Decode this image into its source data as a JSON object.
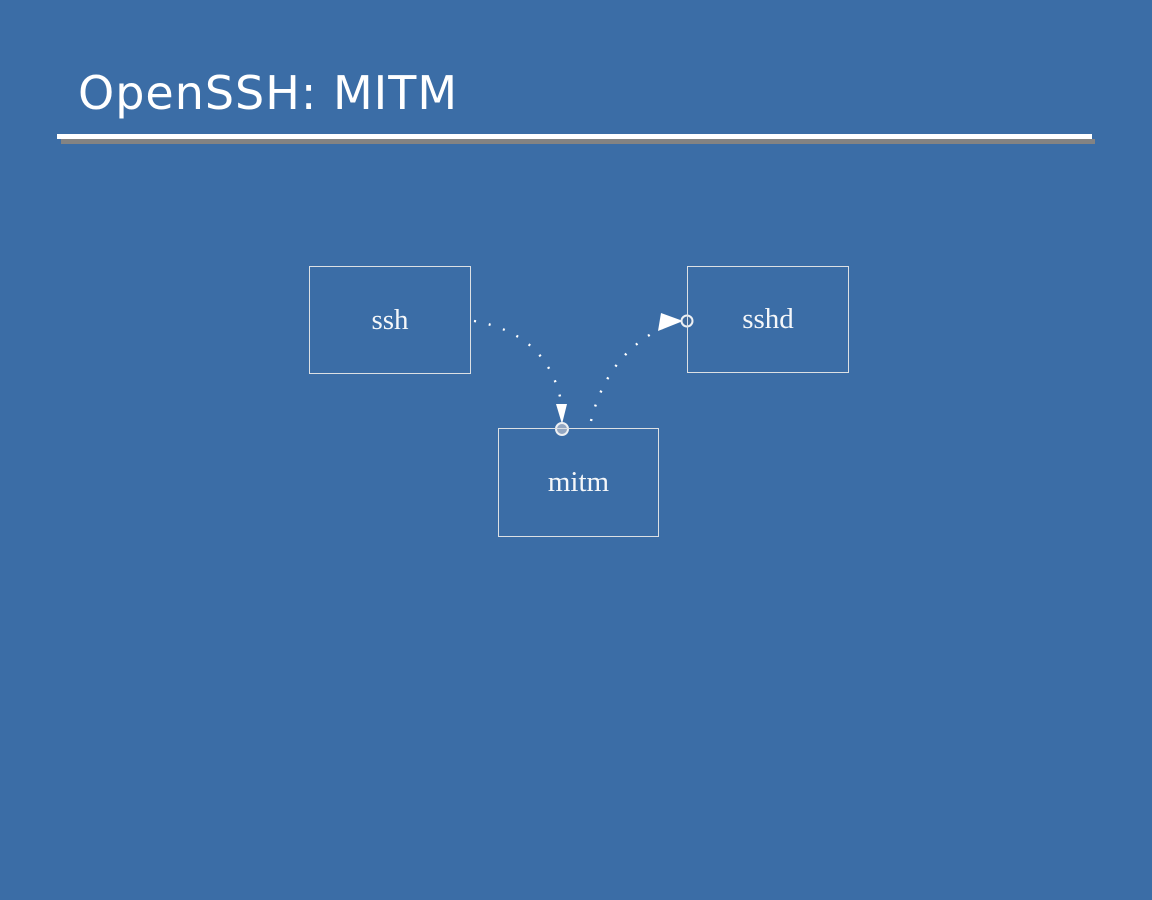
{
  "slide": {
    "title": "OpenSSH: MITM"
  },
  "diagram": {
    "nodes": [
      {
        "id": "ssh",
        "label": "ssh"
      },
      {
        "id": "sshd",
        "label": "sshd"
      },
      {
        "id": "mitm",
        "label": "mitm"
      }
    ],
    "connections": [
      {
        "from": "ssh",
        "to": "mitm",
        "style": "dotted line, arrowhead and open circle at mitm top"
      },
      {
        "from": "mitm",
        "to": "sshd",
        "style": "dotted line, arrowhead and open circle at sshd left"
      }
    ]
  },
  "colors": {
    "background": "#3B6DA6",
    "title-text": "#FFFFFF",
    "separator-white": "#FFFFFF",
    "separator-gray": "#838383",
    "box-border": "#DCE0E4",
    "box-label": "#F5F7F9",
    "connector": "#FFFFFF",
    "endpoint-fill-light": "#93A7C2",
    "endpoint-fill-dark": "#3F6A9C",
    "endpoint-ring": "#EDF0F3"
  }
}
